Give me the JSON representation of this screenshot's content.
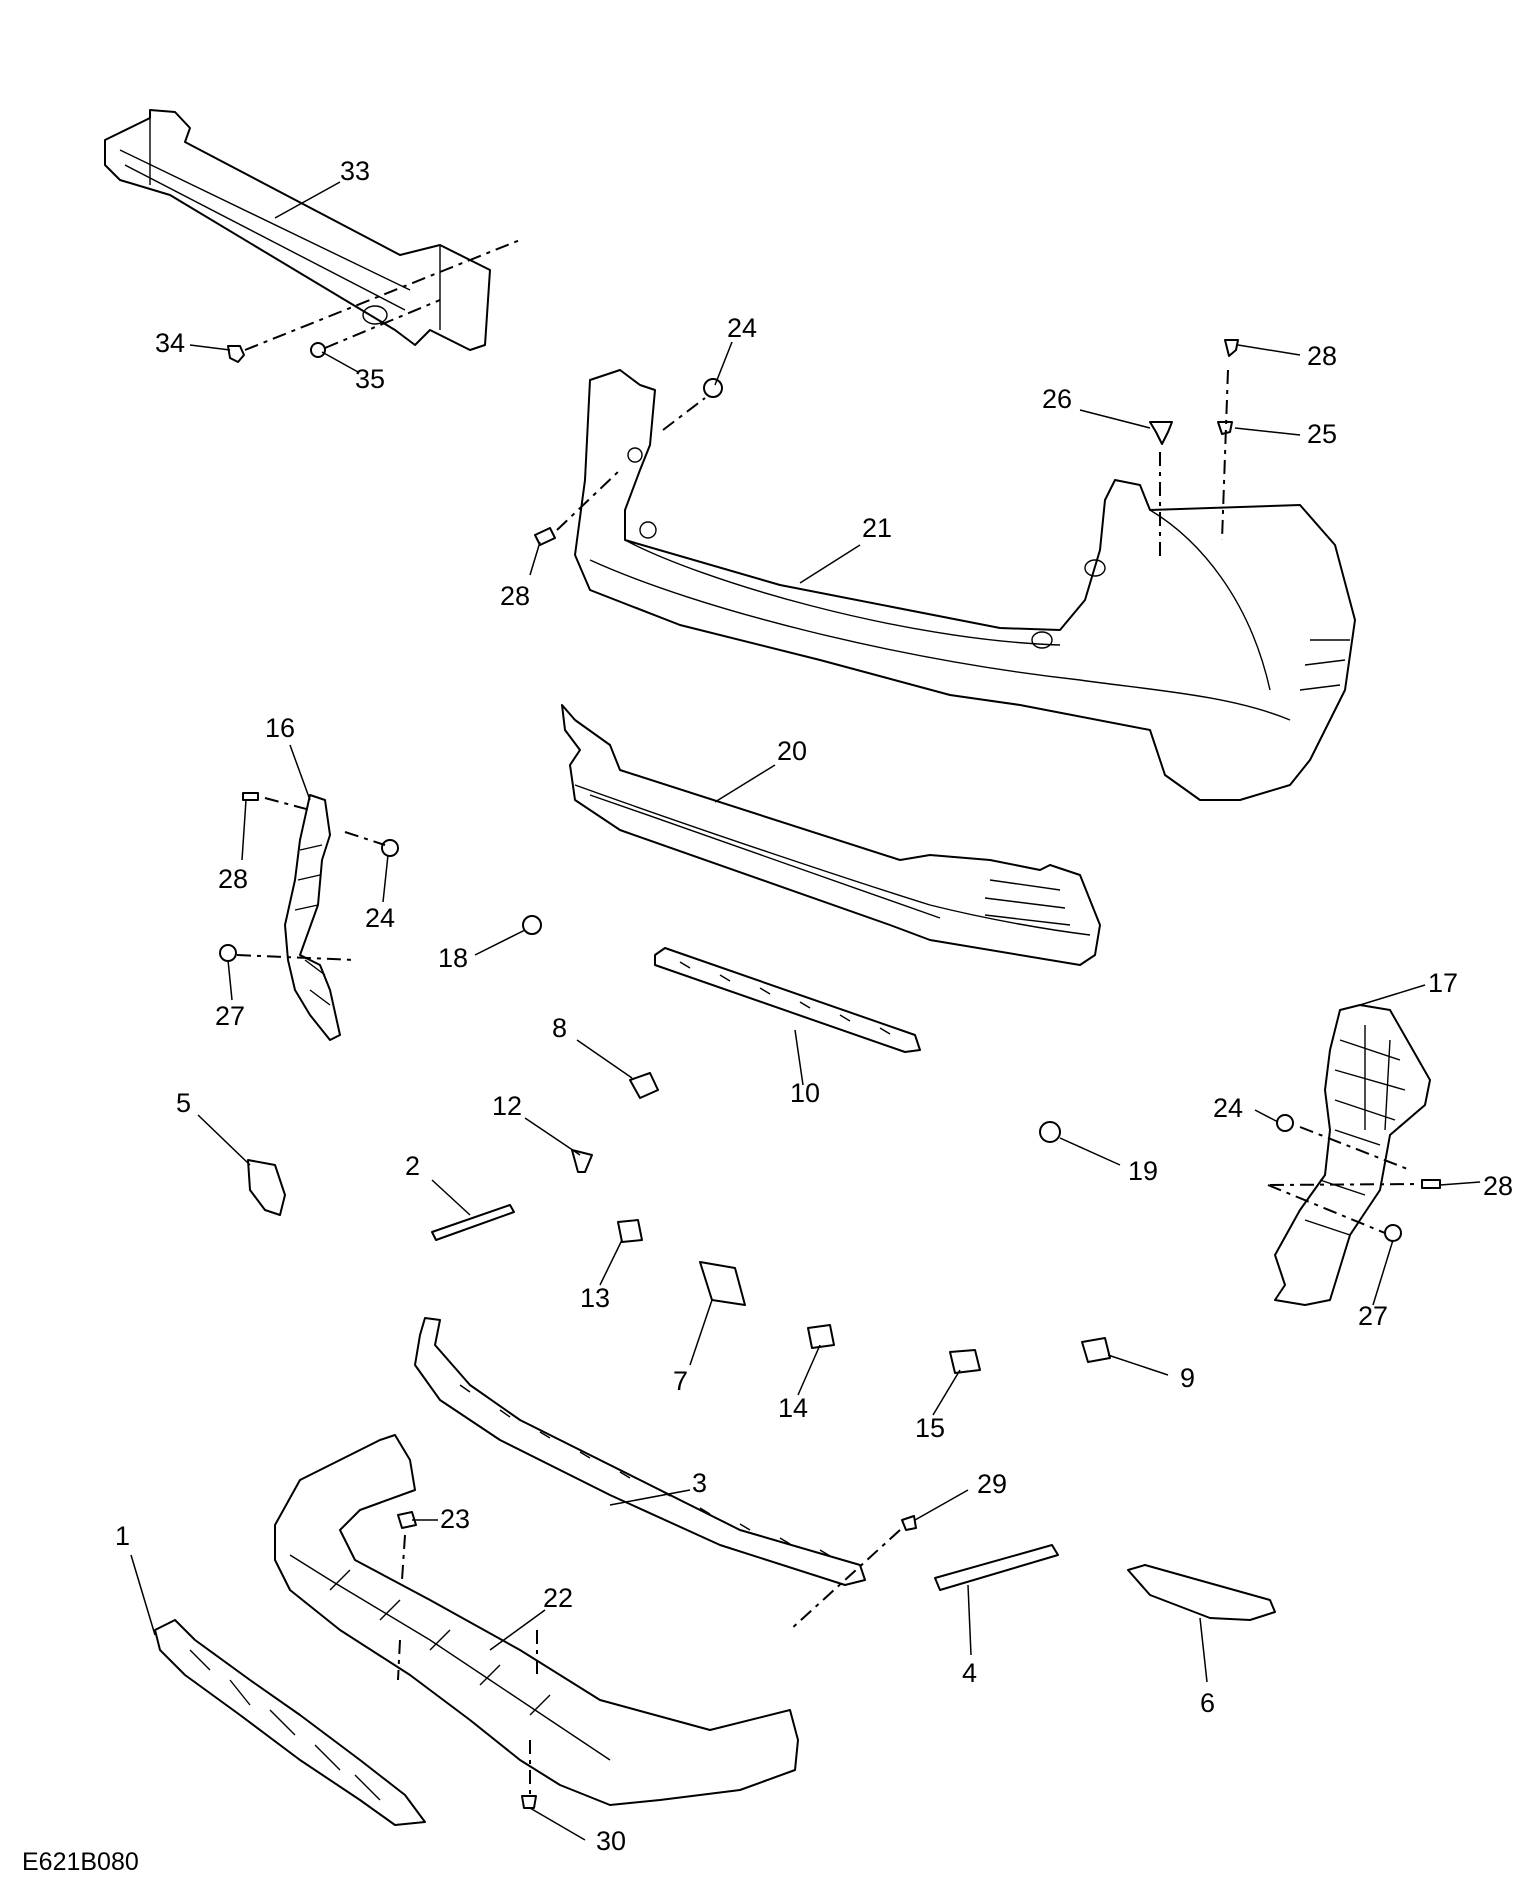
{
  "diagram": {
    "reference_code": "E621B080",
    "callouts": [
      {
        "id": "c33",
        "label": "33"
      },
      {
        "id": "c34",
        "label": "34"
      },
      {
        "id": "c35",
        "label": "35"
      },
      {
        "id": "c24a",
        "label": "24"
      },
      {
        "id": "c28a",
        "label": "28"
      },
      {
        "id": "c26",
        "label": "26"
      },
      {
        "id": "c25",
        "label": "25"
      },
      {
        "id": "c21",
        "label": "21"
      },
      {
        "id": "c28b",
        "label": "28"
      },
      {
        "id": "c16",
        "label": "16"
      },
      {
        "id": "c20",
        "label": "20"
      },
      {
        "id": "c28c",
        "label": "28"
      },
      {
        "id": "c24b",
        "label": "24"
      },
      {
        "id": "c18",
        "label": "18"
      },
      {
        "id": "c27a",
        "label": "27"
      },
      {
        "id": "c17",
        "label": "17"
      },
      {
        "id": "c8",
        "label": "8"
      },
      {
        "id": "c10",
        "label": "10"
      },
      {
        "id": "c5",
        "label": "5"
      },
      {
        "id": "c12",
        "label": "12"
      },
      {
        "id": "c24c",
        "label": "24"
      },
      {
        "id": "c19",
        "label": "19"
      },
      {
        "id": "c2",
        "label": "2"
      },
      {
        "id": "c28d",
        "label": "28"
      },
      {
        "id": "c13",
        "label": "13"
      },
      {
        "id": "c27b",
        "label": "27"
      },
      {
        "id": "c7",
        "label": "7"
      },
      {
        "id": "c9",
        "label": "9"
      },
      {
        "id": "c14",
        "label": "14"
      },
      {
        "id": "c15",
        "label": "15"
      },
      {
        "id": "c3",
        "label": "3"
      },
      {
        "id": "c29",
        "label": "29"
      },
      {
        "id": "c23",
        "label": "23"
      },
      {
        "id": "c1",
        "label": "1"
      },
      {
        "id": "c22",
        "label": "22"
      },
      {
        "id": "c4",
        "label": "4"
      },
      {
        "id": "c6",
        "label": "6"
      },
      {
        "id": "c30",
        "label": "30"
      }
    ]
  }
}
